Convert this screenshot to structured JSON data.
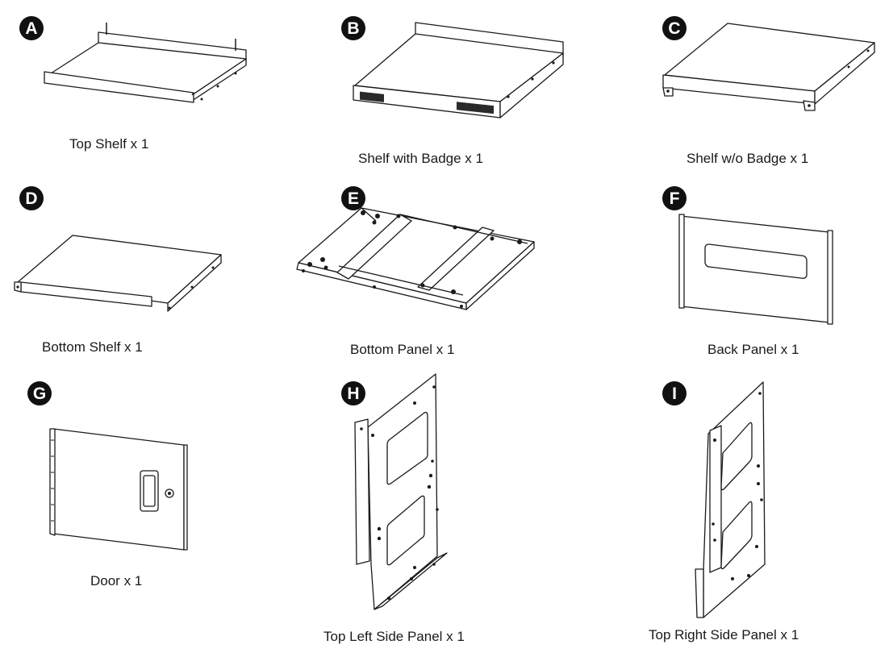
{
  "colors": {
    "ink": "#1a1a1a",
    "badge_bg": "#111111",
    "badge_fg": "#ffffff",
    "background": "#ffffff"
  },
  "parts": {
    "a": {
      "letter": "A",
      "caption": "Top Shelf x 1"
    },
    "b": {
      "letter": "B",
      "caption": "Shelf with Badge x 1"
    },
    "c": {
      "letter": "C",
      "caption": "Shelf w/o Badge x 1"
    },
    "d": {
      "letter": "D",
      "caption": "Bottom Shelf x 1"
    },
    "e": {
      "letter": "E",
      "caption": "Bottom Panel x 1"
    },
    "f": {
      "letter": "F",
      "caption": "Back Panel x 1"
    },
    "g": {
      "letter": "G",
      "caption": "Door x 1"
    },
    "h": {
      "letter": "H",
      "caption": "Top Left Side Panel x 1"
    },
    "i": {
      "letter": "I",
      "caption": "Top Right Side Panel x 1"
    }
  }
}
